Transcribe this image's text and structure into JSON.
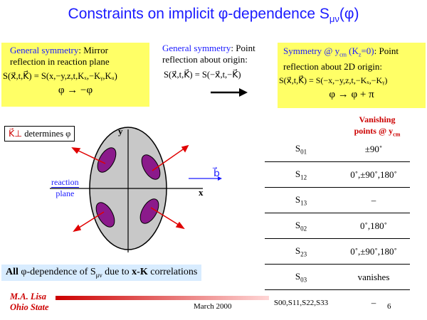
{
  "title": {
    "main": "Constraints on implicit  φ-dependence S",
    "sub": "μν",
    "tail": "(φ)"
  },
  "box_left": {
    "label": "General symmetry",
    "text_line1": ": Mirror",
    "text_line2": "reflection in reaction plane",
    "equation": "S(x⃗,t,K⃗) = S(x,−y,z,t,Kₓ,−Kᵧ,Kᵤ)",
    "mapping": "φ → −φ"
  },
  "box_middle": {
    "label": "General symmetry",
    "text_line1": ": Point",
    "text_line2": "reflection about origin:",
    "equation": "S(x⃗,t,K⃗) = S(−x⃗,t,−K⃗)"
  },
  "box_right": {
    "label_pre": "Symmetry @ y",
    "label_sub": "cm",
    "label_post": " (K",
    "label_sub2": "z",
    "label_post2": "=0)",
    "text_line1": ": Point",
    "text_line2": "reflection about 2D origin:",
    "equation": "S(x⃗,t,K⃗) = S(−x,−y,z,t,−Kₓ,−Kᵧ)",
    "mapping": "φ  →  φ +  π"
  },
  "kperp": {
    "k": "K⃗⊥",
    "text": " determines φ"
  },
  "diagram": {
    "y_label": "y",
    "x_label": "x",
    "b_label": "b⃗",
    "reaction": "reaction",
    "plane": "plane"
  },
  "vanishing_header": {
    "line1": "Vanishing",
    "line2_pre": "points @ y",
    "line2_sub": "cm"
  },
  "table": {
    "rows": [
      {
        "label": "S",
        "sub": "01",
        "value": "±90˚"
      },
      {
        "label": "S",
        "sub": "12",
        "value": "0˚,±90˚,180˚"
      },
      {
        "label": "S",
        "sub": "13",
        "value": "–"
      },
      {
        "label": "S",
        "sub": "02",
        "value": "0˚,180˚"
      },
      {
        "label": "S",
        "sub": "23",
        "value": "0˚,±90˚,180˚"
      },
      {
        "label": "S",
        "sub": "03",
        "value": "vanishes"
      },
      {
        "label": "S00,S11,S22,S33",
        "sub": "",
        "value": "–"
      }
    ]
  },
  "bottom_note": {
    "all": "All",
    "text1": " φ-dependence of S",
    "sub": "μν",
    "text2": " due to ",
    "xk": "x-K",
    "text3": " correlations"
  },
  "footer": {
    "name1": "M.A. Lisa",
    "name2": "Ohio State",
    "date": "March 2000",
    "page": "6"
  }
}
